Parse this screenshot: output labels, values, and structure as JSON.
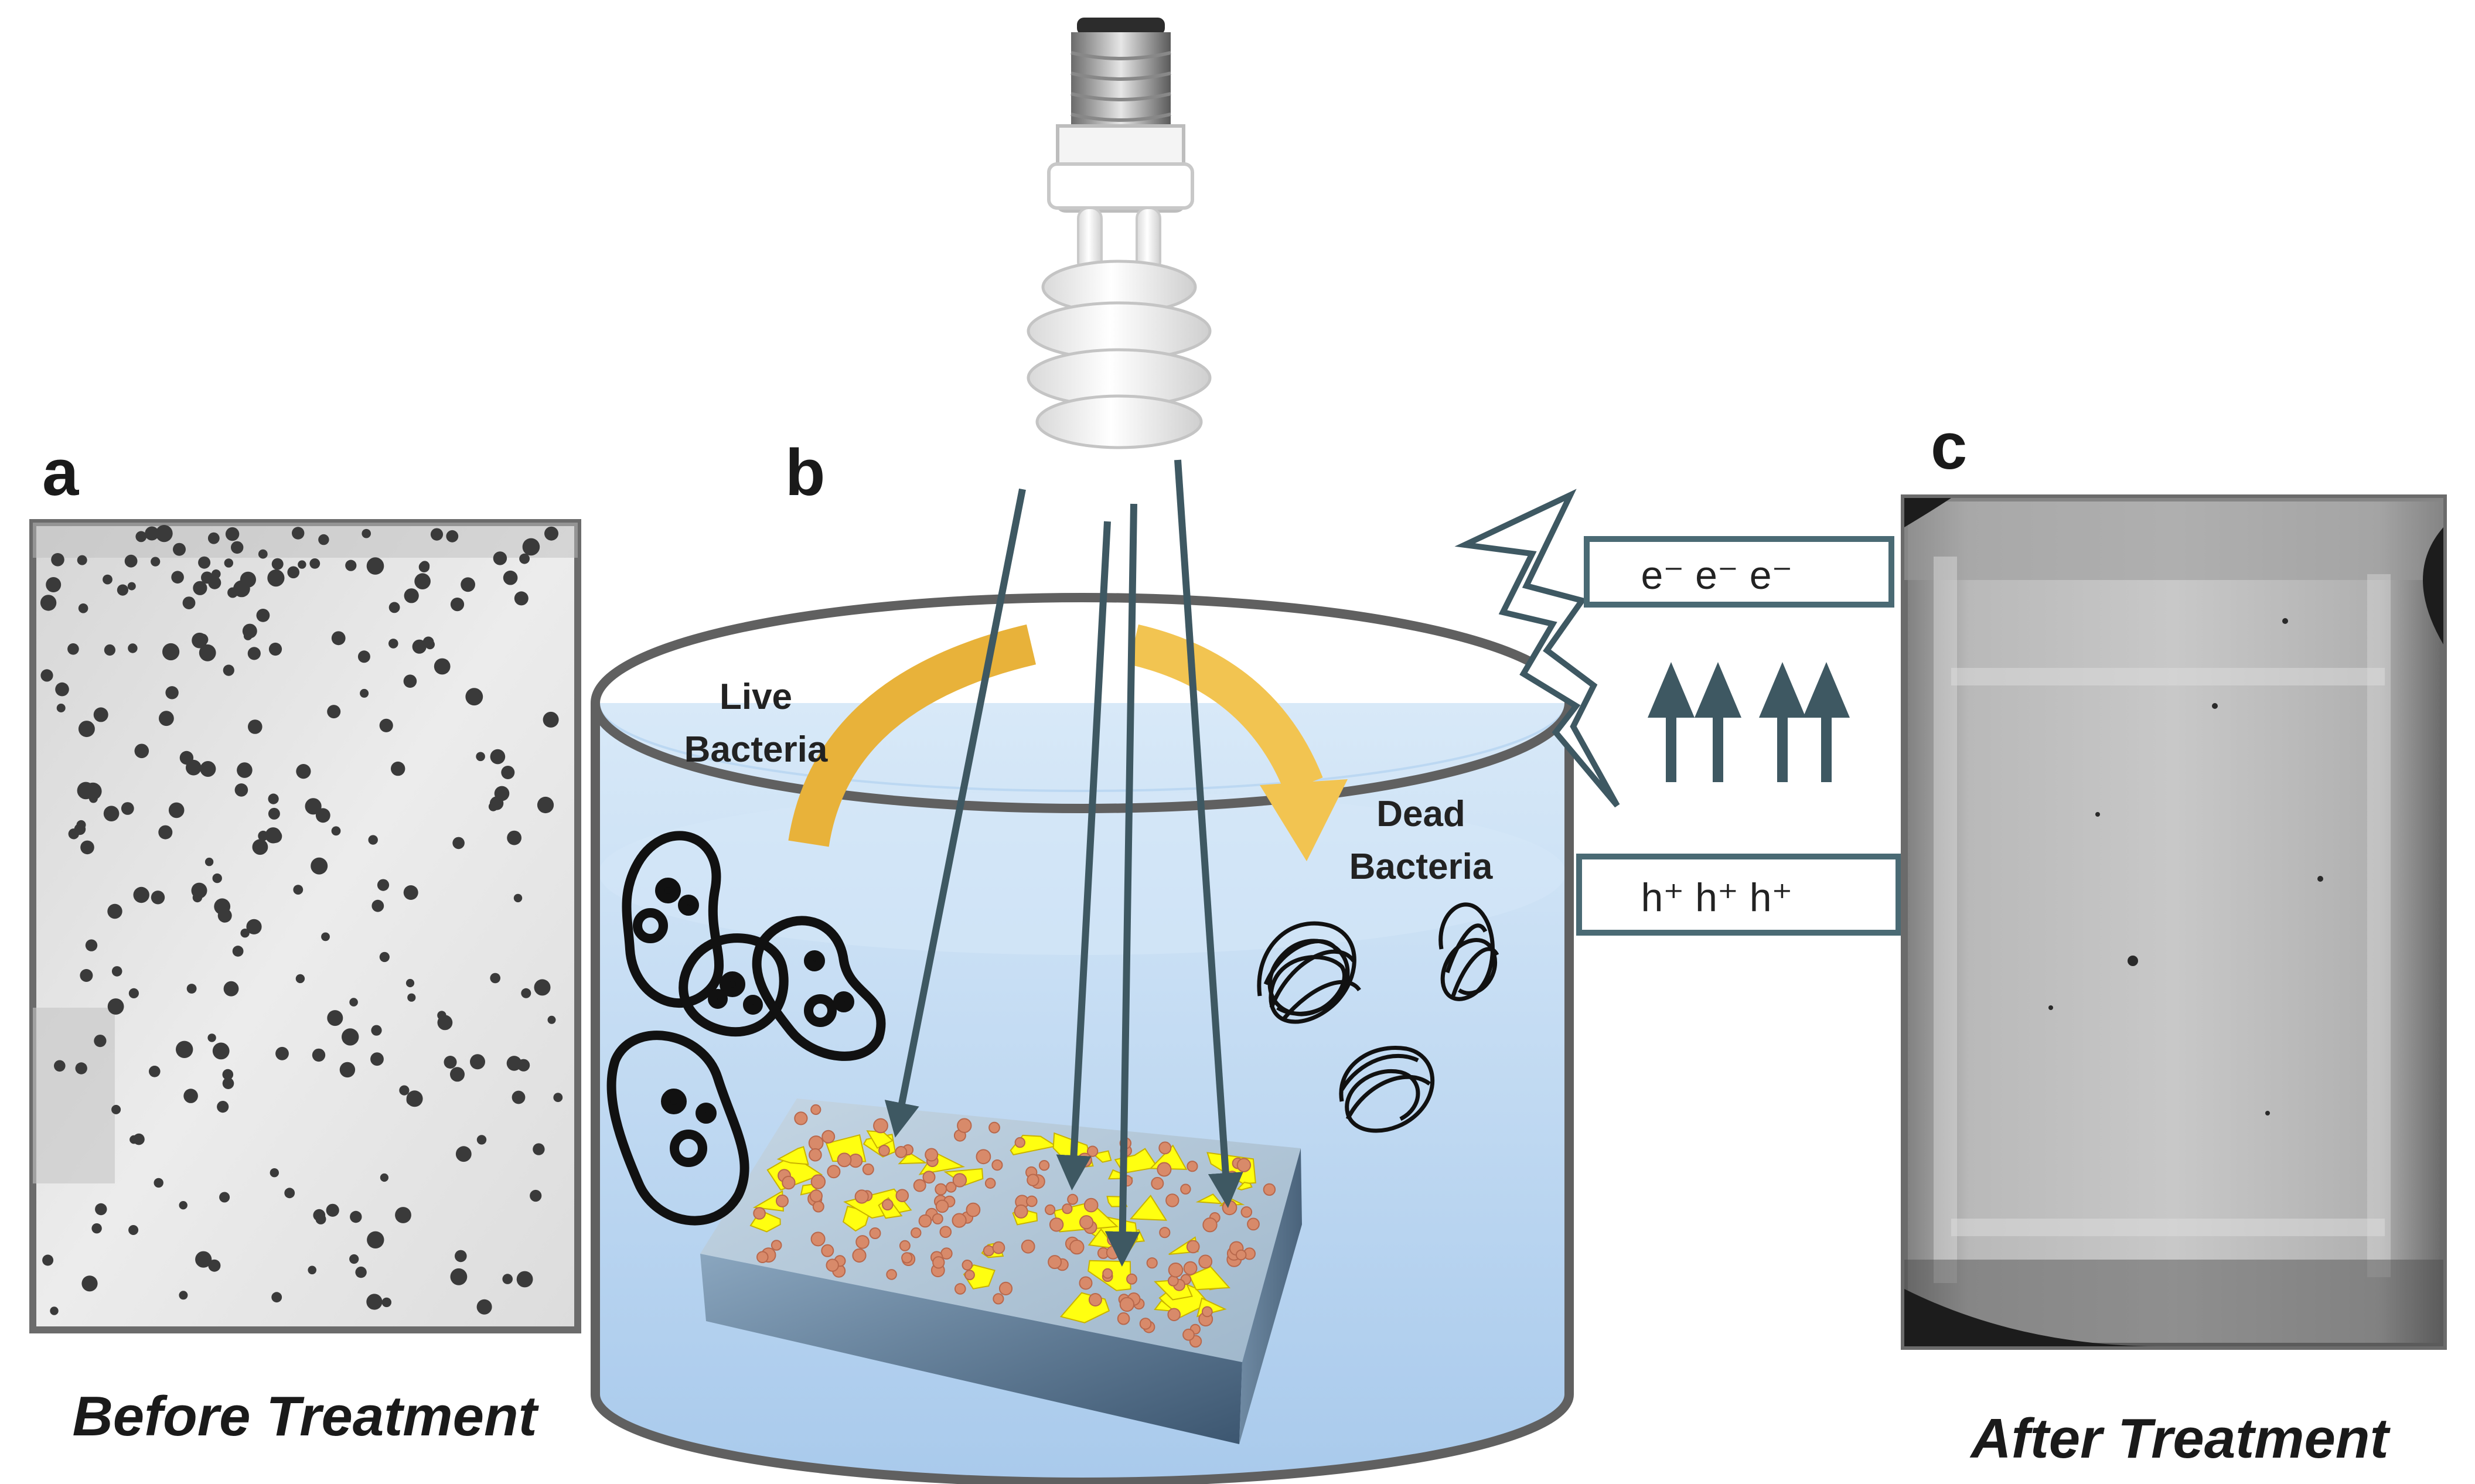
{
  "panels": {
    "a": {
      "letter": "a",
      "caption": "Before Treatment"
    },
    "b": {
      "letter": "b"
    },
    "c": {
      "letter": "c",
      "caption": "After Treatment"
    }
  },
  "labels": {
    "live": [
      "Live",
      "Bacteria"
    ],
    "dead": [
      "Dead",
      "Bacteria"
    ]
  },
  "charge_boxes": {
    "electrons": "e⁻ e⁻ e⁻",
    "holes": "h⁺ h⁺ h⁺"
  },
  "colors": {
    "arrow": "#3e5862",
    "container_outline": "#606060",
    "water": "#bcd8f2",
    "substrate_top": "#b7ccdc",
    "substrate_front": "#5a7590",
    "particle_yellow": "#ffff10",
    "particle_dot": "#d88a6a",
    "rotate_arrow": "#e8b23a"
  }
}
